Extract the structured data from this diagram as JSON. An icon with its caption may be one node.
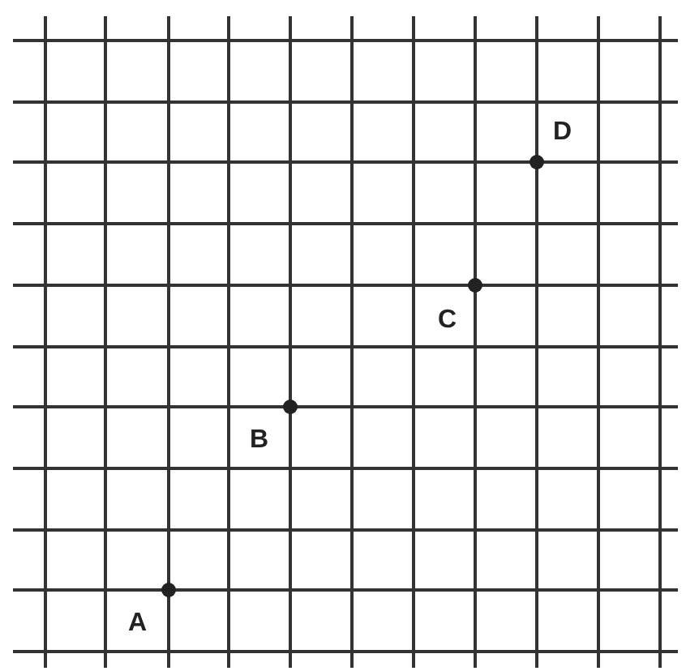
{
  "diagram": {
    "labels": [
      "D",
      "C",
      "B",
      "A"
    ]
  }
}
